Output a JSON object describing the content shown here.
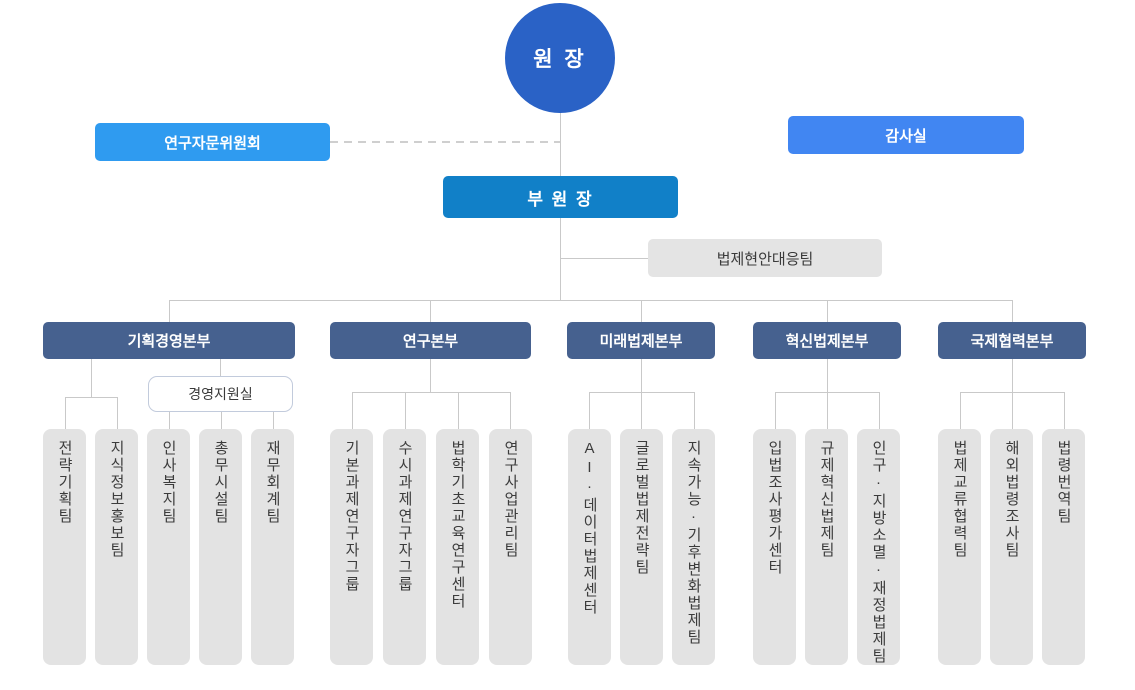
{
  "colors": {
    "director_bg": "#2A62C6",
    "advisory_bg": "#2F9BF0",
    "audit_bg": "#4186F2",
    "vice_director_bg": "#1180C8",
    "division_bg": "#46618F",
    "team_bg": "#E3E3E3",
    "issue_team_bg": "#E4E4E4",
    "support_office_border": "#C2CBDC",
    "connector_line": "#C9C9C9",
    "background": "#FFFFFF"
  },
  "org": {
    "director": "원 장",
    "advisory_committee": "연구자문위원회",
    "audit_office": "감사실",
    "vice_director": "부 원 장",
    "issue_response_team": "법제현안대응팀",
    "divisions": [
      {
        "label": "기획경영본부",
        "support_office": "경영지원실",
        "teams": [
          "전략기획팀",
          "지식정보홍보팀",
          "인사복지팀",
          "총무시설팀",
          "재무회계팀"
        ]
      },
      {
        "label": "연구본부",
        "teams": [
          "기본과제연구자그룹",
          "수시과제연구자그룹",
          "법학기초교육연구센터",
          "연구사업관리팀"
        ]
      },
      {
        "label": "미래법제본부",
        "teams": [
          "AI·데이터법제센터",
          "글로벌법제전략팀",
          "지속가능·기후변화법제팀"
        ]
      },
      {
        "label": "혁신법제본부",
        "teams": [
          "입법조사평가센터",
          "규제혁신법제팀",
          "인구·지방소멸·재정법제팀"
        ]
      },
      {
        "label": "국제협력본부",
        "teams": [
          "법제교류협력팀",
          "해외법령조사팀",
          "법령번역팀"
        ]
      }
    ]
  }
}
